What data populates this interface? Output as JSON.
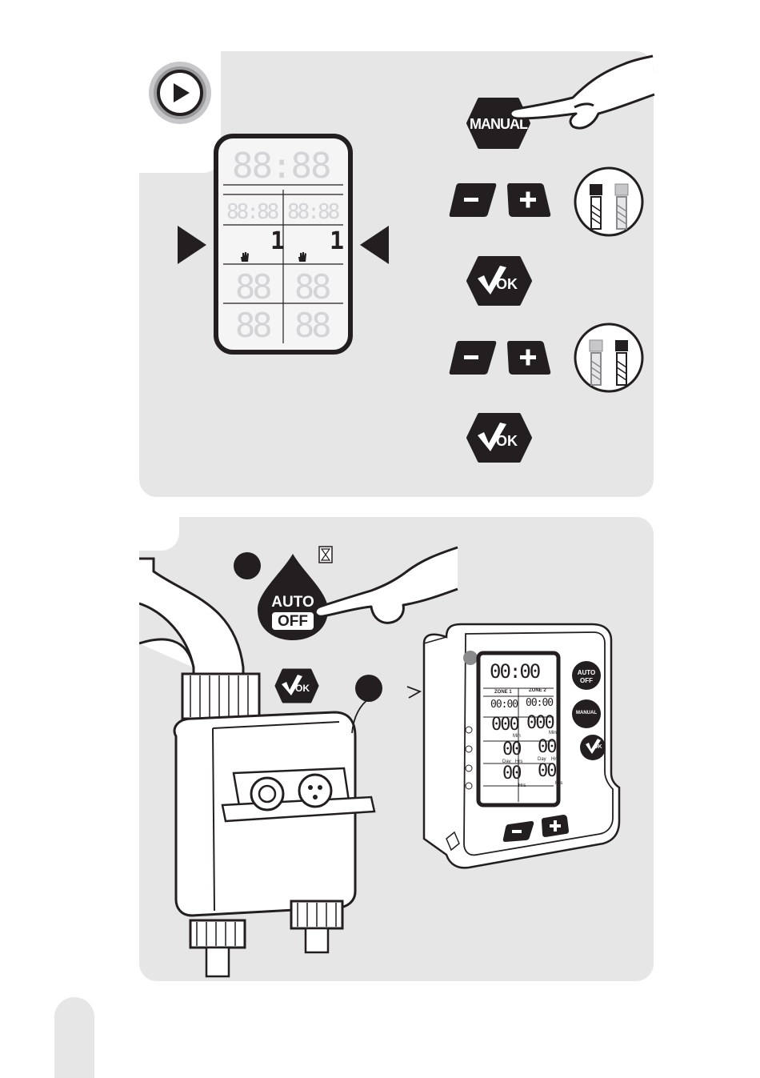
{
  "panel_top": {
    "play_icon": "play-icon",
    "lcd": {
      "clock": "88:88",
      "zone_times": [
        "88:88",
        "88:88"
      ],
      "zone_numbers": [
        "1",
        "1"
      ],
      "big_digits_row1": [
        "88",
        "88"
      ],
      "big_digits_row2": [
        "88",
        "88"
      ],
      "hand_icon": "hand-icon"
    },
    "buttons": {
      "manual": "MANUAL",
      "minus": "−",
      "plus": "+",
      "ok": "OK"
    }
  },
  "panel_bottom": {
    "auto_off_top": "AUTO",
    "auto_off_bottom": "OFF",
    "ok": "OK",
    "hourglass_icon": "hourglass-icon",
    "controller": {
      "clock": "00:00",
      "zone_labels": [
        "ZONE 1",
        "ZONE 2"
      ],
      "zone_times": [
        "00:00",
        "00:00"
      ],
      "row_min": [
        "000",
        "000"
      ],
      "min_label": "Min",
      "row_day": [
        "00",
        "00"
      ],
      "day_label": "Day",
      "hrs_label": "Hrs",
      "row_last": [
        "00",
        "00"
      ],
      "auto_off_top": "AUTO",
      "auto_off_bottom": "OFF",
      "manual": "MANUAL",
      "ok": "OK",
      "minus": "−",
      "plus": "+"
    }
  },
  "colors": {
    "panel": "#e6e6e7",
    "dark": "#231f20",
    "lcd_off": "#d4d4d6"
  }
}
